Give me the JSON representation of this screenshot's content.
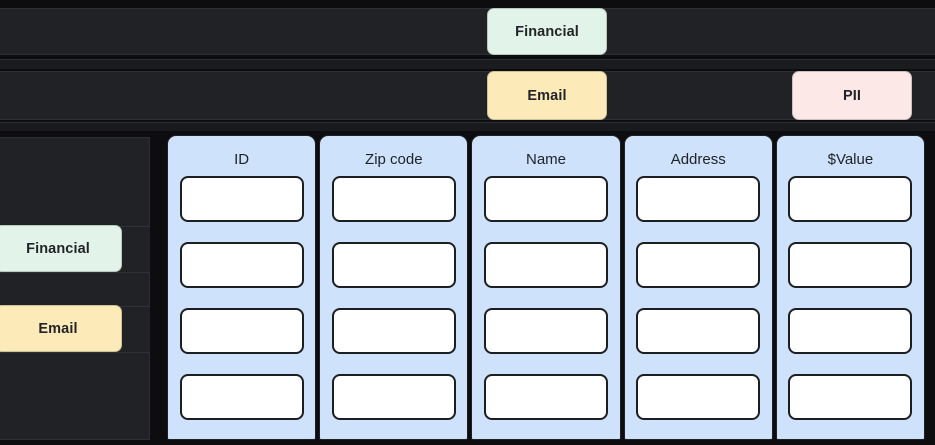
{
  "top_rows": [
    {
      "name": "financial-row",
      "chips": [
        {
          "label": "Financial",
          "category": "financial",
          "color": "#e2f4ea"
        }
      ]
    },
    {
      "name": "email-pii-row",
      "chips": [
        {
          "label": "Email",
          "category": "email",
          "color": "#fcebb8"
        },
        {
          "label": "PII",
          "category": "pii",
          "color": "#fce9e7"
        }
      ]
    }
  ],
  "sidebar": {
    "chips": [
      {
        "label": "Financial",
        "color": "#e2f4ea"
      },
      {
        "label": "Email",
        "color": "#fcebb8"
      }
    ]
  },
  "table": {
    "accent_color": "#cfe2fb",
    "columns": [
      {
        "header": "ID"
      },
      {
        "header": "Zip code"
      },
      {
        "header": "Name"
      },
      {
        "header": "Address"
      },
      {
        "header": "$Value"
      }
    ],
    "row_count": 4,
    "cells": [
      [
        "",
        "",
        "",
        "",
        ""
      ],
      [
        "",
        "",
        "",
        "",
        ""
      ],
      [
        "",
        "",
        "",
        "",
        ""
      ],
      [
        "",
        "",
        "",
        "",
        ""
      ]
    ]
  },
  "theme": {
    "background": "#0d0d0f",
    "panel": "#212226",
    "border": "#2e2f34",
    "text_dark": "#23242a"
  }
}
